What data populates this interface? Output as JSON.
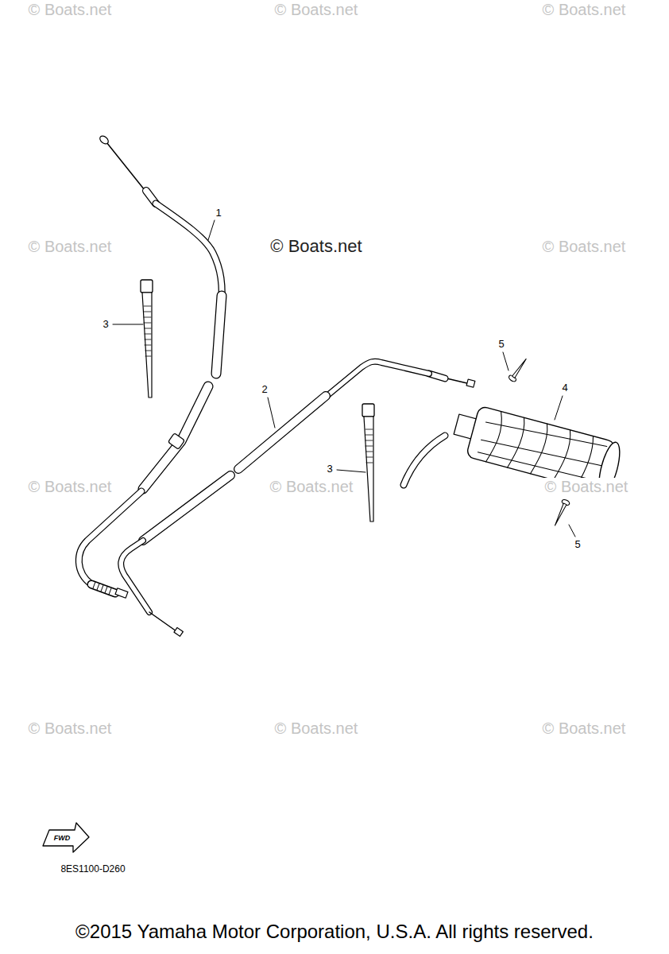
{
  "diagram": {
    "labels": [
      "© Boats.net",
      "© Boats.net",
      "© Boats.net",
      "1",
      "© Boats.net",
      "© Boats.net",
      "© Boats.net",
      "3",
      "5",
      "2",
      "4",
      "3",
      "© Boats.net",
      "© Boats.net",
      "© Boats.net",
      "5",
      "© Boats.net",
      "© Boats.net",
      "© Boats.net",
      "FWD",
      "8ES1100-D260",
      "©2015 Yamaha Motor Corporation, U.S.A. All rights reserved."
    ]
  }
}
